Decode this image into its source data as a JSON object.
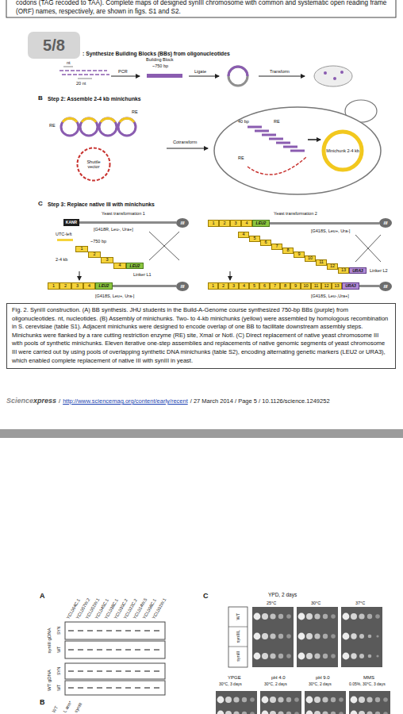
{
  "diagram": {
    "caption": "Fig. 2. SynIII construction. (A) BB synthesis. JHU students in the Build-A-Genome course synthesized 750-bp BBs (purple) from oligonucleotides. nt, nucleotides. (B) Assembly of minichunks. Two- to 4-kb minichunks (yellow) were assembled by homologous recombination in S. cerevisiae (table S1). Adjacent minichunks were designed to encode overlap of one BB to facilitate downstream assembly steps. Minichunks were flanked by a rare cutting restriction enzyme (RE) site, XmaI or NotI. (C) Direct replacement of native yeast chromosome III with pools of synthetic minichunks. Eleven iterative one-step assemblies and replacements of native genomic segments of yeast chromosome III were carried out by using pools of overlapping synthetic DNA minichunks (table S2), encoding alternating genetic markers (LEU2 or URA3), which enabled complete replacement of native III with synIII in yeast.",
    "nodes": [
      {
        "text": [
          "5/8"
        ]
      },
      {
        "text": [
          "Shuttle vector"
        ]
      },
      {
        "text": [
          "Minichunk 2-4 kb"
        ]
      },
      {
        "text": [
          "KANR"
        ]
      },
      {
        "text": [
          "III"
        ]
      },
      {
        "text": [
          "1"
        ]
      },
      {
        "text": [
          "2"
        ]
      },
      {
        "text": [
          "3"
        ]
      },
      {
        "text": [
          "4"
        ]
      },
      {
        "text": [
          "LEU2"
        ]
      },
      {
        "text": [
          "1"
        ]
      },
      {
        "text": [
          "2"
        ]
      },
      {
        "text": [
          "3"
        ]
      },
      {
        "text": [
          "4"
        ]
      },
      {
        "text": [
          "LEU2"
        ]
      },
      {
        "text": [
          "III"
        ]
      },
      {
        "text": [
          "4"
        ]
      },
      {
        "text": [
          "5"
        ]
      },
      {
        "text": [
          "6"
        ]
      },
      {
        "text": [
          "7"
        ]
      },
      {
        "text": [
          "8"
        ]
      },
      {
        "text": [
          "9"
        ]
      },
      {
        "text": [
          "10"
        ]
      },
      {
        "text": [
          "11"
        ]
      },
      {
        "text": [
          "12"
        ]
      },
      {
        "text": [
          "13"
        ]
      },
      {
        "text": [
          "URA3"
        ]
      },
      {
        "text": [
          "1"
        ]
      },
      {
        "text": [
          "2"
        ]
      },
      {
        "text": [
          "3"
        ]
      },
      {
        "text": [
          "4"
        ]
      },
      {
        "text": [
          "LEU2"
        ]
      },
      {
        "text": [
          "III"
        ]
      },
      {
        "text": [
          "1"
        ]
      },
      {
        "text": [
          "2"
        ]
      },
      {
        "text": [
          "3"
        ]
      },
      {
        "text": [
          "4"
        ]
      },
      {
        "text": [
          "5"
        ]
      },
      {
        "text": [
          "6"
        ]
      },
      {
        "text": [
          "7"
        ]
      },
      {
        "text": [
          "8"
        ]
      },
      {
        "text": [
          "9"
        ]
      },
      {
        "text": [
          "10"
        ]
      },
      {
        "text": [
          "11"
        ]
      },
      {
        "text": [
          "12"
        ]
      },
      {
        "text": [
          "13"
        ]
      },
      {
        "text": [
          "URA3"
        ]
      },
      {
        "text": [
          "III"
        ]
      }
    ],
    "labels": [
      "codons (TAG recoded to TAA). Complete maps of designed synIII chromosome with common and systematic open reading frame (ORF) names, respectively, are shown in figs. S1 and S2.",
      ": Synthesize Building Blocks (BBs) from oligonucleotides",
      "nt",
      "Building Block",
      "~750 bp",
      "PCR",
      "Ligate",
      "Transform",
      "20 nt",
      "B",
      "Step 2: Assemble 2-4 kb minichunks",
      "RE",
      "RE",
      "Cotransform",
      "40 bp",
      "RE",
      "RE",
      "C",
      "Step 3: Replace native III with minichunks",
      "Yeast transformation 1",
      "Yeast transformation 2",
      "[G418R, Leu-, Ura+]",
      "[G418S, Leu+, Ura-]",
      "UTC-left",
      "~750 bp",
      "2-4 kb",
      "Linker L1",
      "Linker L2",
      "[G418S, Leu+, Ura-]",
      "[G418S, Leu-,Ura+]",
      "Science",
      "xpress",
      "/",
      "http://www.sciencemag.org/content/early/recent",
      "/ 27 March 2014 / Page 5 / 10.1126/science.1249252",
      "A",
      "YCL064C.1",
      "YCL057W.2",
      "YCL051W.1",
      "YCL045C.1",
      "YCL038C.1",
      "YCL030C.2",
      "YCL022C.2",
      "YCL014W.5",
      "YCL008C.1",
      "YCL001W.1",
      "synIII gDNA",
      "SYN",
      "WT",
      "WT gDNA",
      "SYN",
      "WT",
      "B",
      "WT",
      "L arm*",
      "synIII",
      "C",
      "YPD, 2 days",
      "25°C",
      "30°C",
      "37°C",
      "WT",
      "synIIIL",
      "synIII",
      "YPGE",
      "30°C, 3 days",
      "pH 4.0",
      "30°C, 2 days",
      "pH 9.0",
      "30°C, 2 days",
      "MMS",
      "0.05%, 30°C, 3 days"
    ]
  }
}
